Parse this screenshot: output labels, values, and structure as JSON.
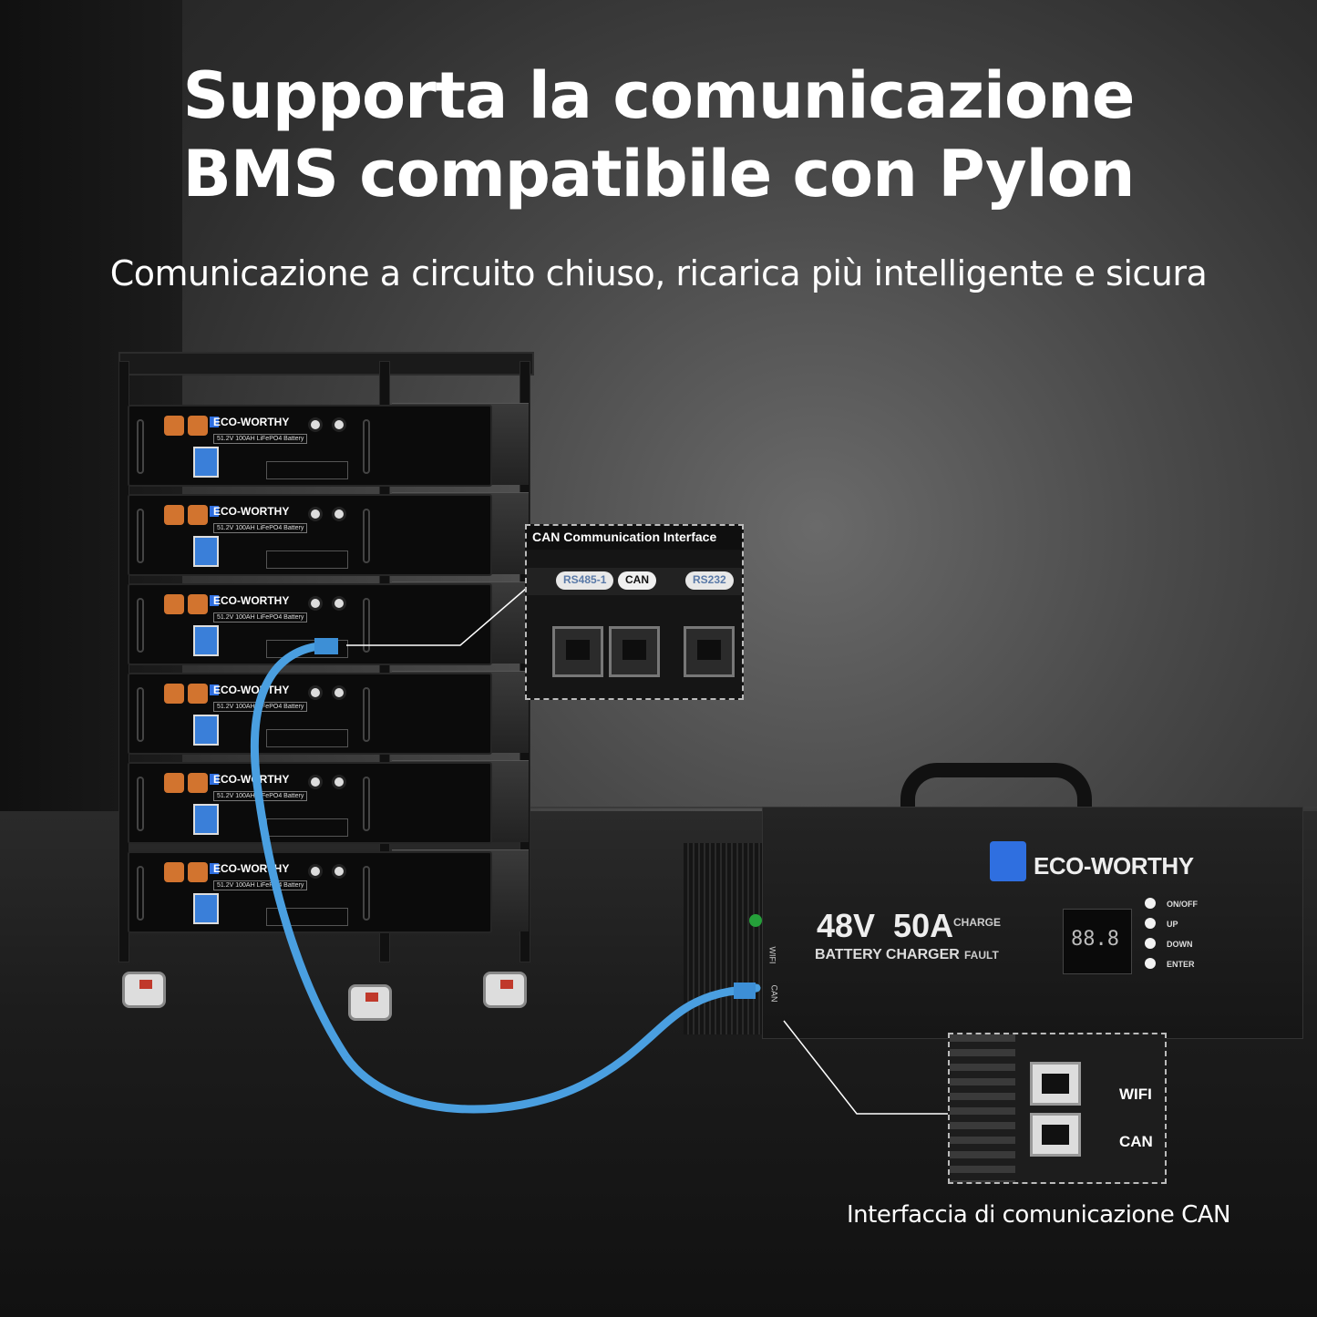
{
  "headline": {
    "line1": "Supporta la comunicazione",
    "line2": "BMS compatibile con Pylon",
    "subtitle": "Comunicazione a circuito chiuso, ricarica più intelligente e sicura"
  },
  "battery": {
    "brand": "ECO-WORTHY",
    "model": "51.2V 100AH LiFePO4 Battery",
    "count": 6
  },
  "callout_top": {
    "title": "CAN Communication Interface",
    "ports": [
      "RS485-1",
      "CAN",
      "RS232"
    ],
    "active_port": "CAN"
  },
  "charger": {
    "brand": "ECO-WORTHY",
    "rating": "48V  50A",
    "type_label": "BATTERY CHARGER",
    "indicator_charge": "CHARGE",
    "indicator_fault": "FAULT",
    "lcd_value": "88.8",
    "buttons": [
      "ON/OFF",
      "UP",
      "DOWN",
      "ENTER"
    ],
    "side_ports": [
      "WIFI",
      "CAN"
    ]
  },
  "callout_bottom": {
    "jacks": [
      "WIFI",
      "CAN"
    ],
    "caption": "Interfaccia di comunicazione CAN"
  },
  "colors": {
    "cable": "#4a9fe0",
    "brand_blue": "#2f6fe0",
    "terminal_orange": "#d2742f"
  }
}
